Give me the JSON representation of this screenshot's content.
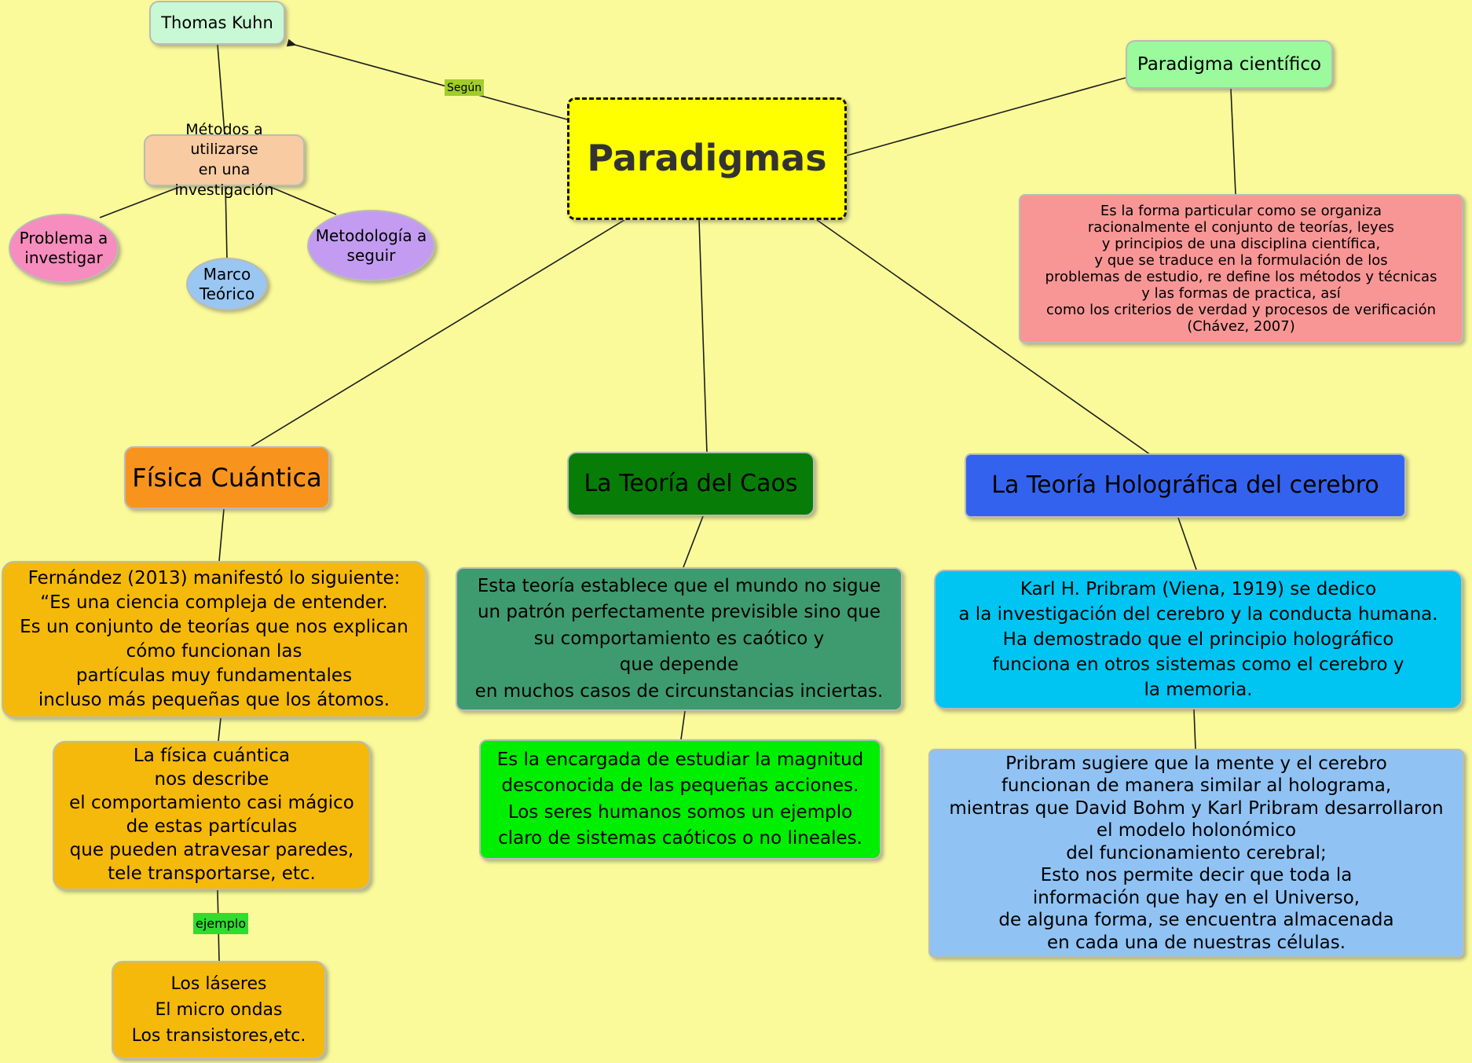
{
  "map_title": "Paradigmas",
  "nodes": {
    "paradigmas": {
      "label": "Paradigmas",
      "color": "#FFFF00"
    },
    "thomas_kuhn": {
      "label": "Thomas Kuhn",
      "color": "#C8F8D4"
    },
    "metodos": {
      "label": "Métodos a utilizarse\nen una investigación",
      "color": "#F8CBA3"
    },
    "problema": {
      "label": "Problema a\ninvestigar",
      "color": "#F78CBE"
    },
    "marco": {
      "label": "Marco\nTeórico",
      "color": "#9AC6F2"
    },
    "metodologia": {
      "label": "Metodología a\nseguir",
      "color": "#C39CF2"
    },
    "cientifico": {
      "label": "Paradigma científico",
      "color": "#9AFA9C"
    },
    "chavez": {
      "label": "Es la forma particular como se organiza\nracionalmente el conjunto de teorías, leyes\ny principios de una disciplina científica,\ny que se traduce en la formulación de los\nproblemas de estudio, re define los métodos y técnicas\ny las formas de practica, así\ncomo los criterios de verdad y procesos de verificación\n(Chávez, 2007)",
      "color": "#F89696"
    },
    "fisica": {
      "label": "Física Cuántica",
      "color": "#F8941E"
    },
    "caos": {
      "label": "La Teoría del Caos",
      "color": "#077D07"
    },
    "holografica": {
      "label": "La Teoría Holográfica del cerebro",
      "color": "#3363EE"
    },
    "fernandez": {
      "label": "Fernández (2013) manifestó lo siguiente:\n“Es una ciencia compleja de entender.\nEs un conjunto de teorías que nos explican\ncómo funcionan las\npartículas muy fundamentales\nincluso más pequeñas que los átomos.",
      "color": "#F5B90B"
    },
    "fisica_desc": {
      "label": "La física cuántica\nnos describe\nel comportamiento casi mágico\nde estas partículas\nque pueden atravesar paredes,\ntele transportarse, etc.",
      "color": "#F5B90B"
    },
    "laseres": {
      "label": "Los láseres\nEl micro ondas\nLos transistores,etc.",
      "color": "#F5B90B"
    },
    "esta_teoria": {
      "label": "Esta teoría establece que el mundo no sigue\nun patrón perfectamente previsible sino que\nsu comportamiento es caótico y\nque depende\nen muchos casos de circunstancias inciertas.",
      "color": "#3E9B6F"
    },
    "encargada": {
      "label": "Es la encargada de estudiar la magnitud\ndesconocida de las pequeñas acciones.\nLos seres humanos somos un ejemplo\nclaro de sistemas caóticos o no lineales.",
      "color": "#00EF00"
    },
    "pribram1": {
      "label": "Karl H. Pribram (Viena, 1919) se dedico\na la investigación del cerebro y la conducta humana.\nHa demostrado que el principio holográfico\nfunciona en otros sistemas como el cerebro y\nla memoria.",
      "color": "#00C5F2"
    },
    "pribram2": {
      "label": "Pribram sugiere que la mente y el cerebro\nfuncionan de manera similar al holograma,\nmientras que David Bohm y Karl Pribram desarrollaron\nel modelo holonómico\ndel funcionamiento cerebral;\nEsto nos permite decir que toda la\ninformación que hay en el Universo,\nde alguna forma, se encuentra almacenada\nen cada una de nuestras células.",
      "color": "#90C3F4"
    }
  },
  "link_labels": {
    "segun": {
      "label": "Según",
      "color": "#A2CC2A"
    },
    "ejemplo": {
      "label": "ejemplo",
      "color": "#2EDD2E"
    }
  },
  "canvas_background": "#FAFA9B"
}
